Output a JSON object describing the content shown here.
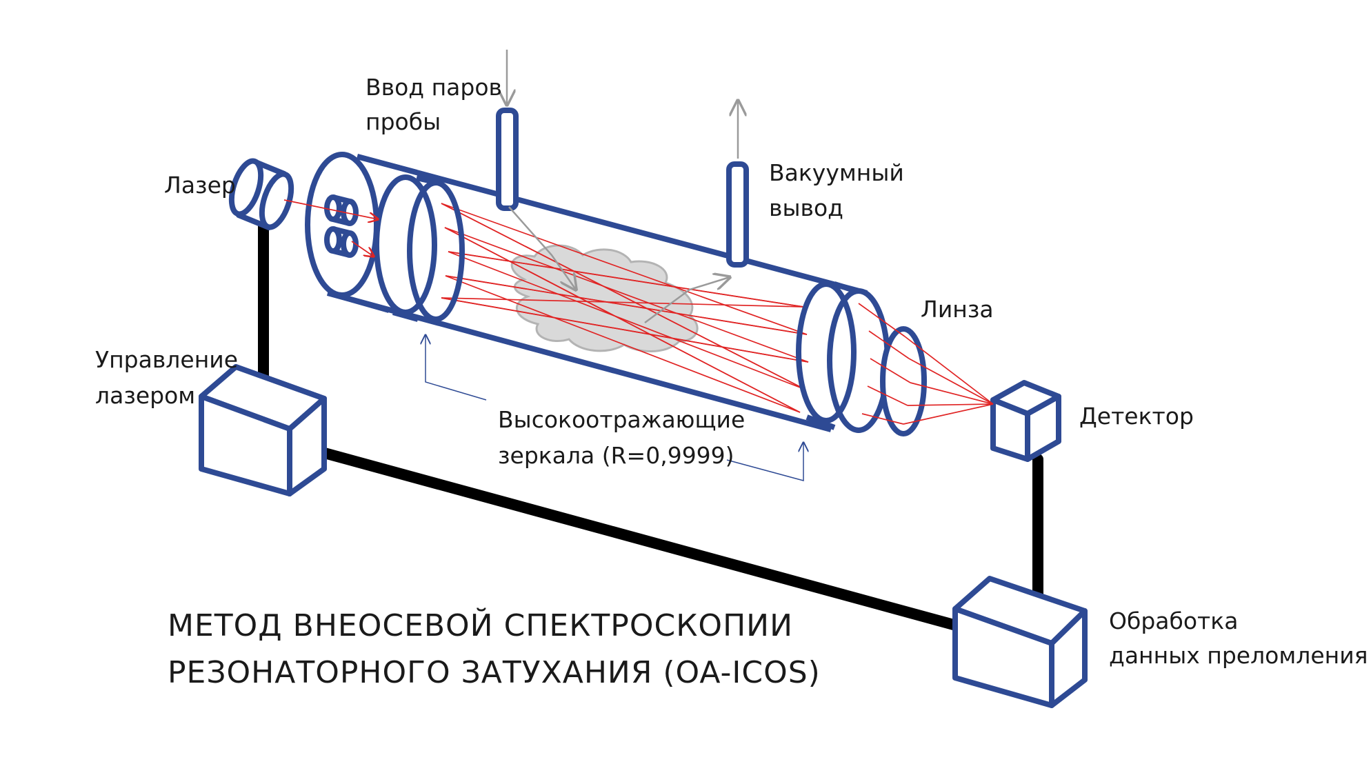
{
  "colors": {
    "outline": "#2e4a94",
    "beam": "#e02424",
    "cable": "#000000",
    "flow_arrow": "#9a9a9a",
    "cloud": "#d9d9d9"
  },
  "labels": {
    "laser": "Лазер",
    "sample_inlet_line1": "Ввод паров",
    "sample_inlet_line2": "пробы",
    "vacuum_outlet_line1": "Вакуумный",
    "vacuum_outlet_line2": "вывод",
    "lens": "Линза",
    "laser_control_line1": "Управление",
    "laser_control_line2": "лазером",
    "detector": "Детектор",
    "mirrors_line1": "Высокоотражающие",
    "mirrors_line2": "зеркала (R=0,9999)",
    "processing_line1": "Обработка",
    "processing_line2": "данных преломления"
  },
  "title": {
    "line1": "МЕТОД ВНЕОСЕВОЙ СПЕКТРОСКОПИИ",
    "line2": "РЕЗОНАТОРНОГО ЗАТУХАНИЯ (OA-ICOS)"
  },
  "icons": {
    "laser": "cylinder-icon",
    "laser_control": "box-icon",
    "detector": "box-icon",
    "processing": "box-icon"
  }
}
